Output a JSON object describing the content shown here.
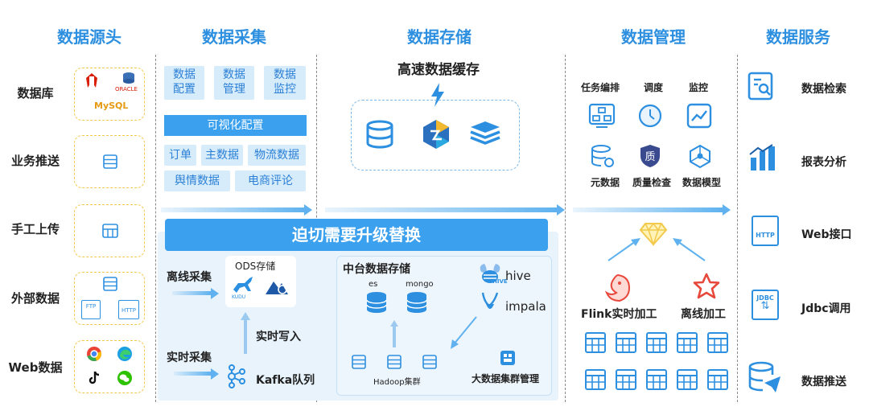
{
  "columns": {
    "source": "数据源头",
    "collect": "数据采集",
    "storage": "数据存储",
    "manage": "数据管理",
    "service": "数据服务"
  },
  "sources": [
    {
      "label": "数据库",
      "icons": [
        "huawei-logo",
        "oracle-logo",
        "mysql-logo"
      ],
      "oracle": "ORACLE",
      "mysql": "MySQL"
    },
    {
      "label": "业务推送",
      "icons": [
        "server-icon"
      ]
    },
    {
      "label": "手工上传",
      "icons": [
        "table-icon"
      ]
    },
    {
      "label": "外部数据",
      "icons": [
        "server-icon",
        "ftp-file-icon",
        "http-file-icon"
      ],
      "ftp": "FTP",
      "http": "HTTP"
    },
    {
      "label": "Web数据",
      "icons": [
        "chrome-logo",
        "edge-logo",
        "tiktok-logo",
        "wechat-logo"
      ]
    }
  ],
  "collect": {
    "pills_row1": [
      "数据\n配置",
      "数据\n管理",
      "数据\n监控"
    ],
    "visual_config": "可视化配置",
    "pills_row2": [
      "订单",
      "主数据",
      "物流数据"
    ],
    "pills_row3": [
      "舆情数据",
      "电商评论"
    ]
  },
  "storage": {
    "cache_title": "高速数据缓存"
  },
  "manage": {
    "top_labels": [
      "任务编排",
      "调度",
      "监控"
    ],
    "mid_labels": [
      "元数据",
      "质量检查",
      "数据模型"
    ],
    "quality_glyph": "质"
  },
  "banner": "迫切需要升级替换",
  "lower": {
    "offline": "离线采集",
    "ods": "ODS存储",
    "kudu": "KUDU",
    "realtime_write": "实时写入",
    "realtime": "实时采集",
    "kafka": "Kafka队列",
    "mid_storage": "中台数据存储",
    "es": "es",
    "mongo": "mongo",
    "hive": "hive",
    "hive_logo": "HIVE",
    "impala": "impala",
    "hadoop": "Hadoop集群",
    "bigdata": "大数据集群管理",
    "flink": "Flink实时加工",
    "offline_proc": "离线加工"
  },
  "services": [
    {
      "label": "数据检索",
      "icon": "search-doc-icon"
    },
    {
      "label": "报表分析",
      "icon": "bar-chart-icon"
    },
    {
      "label": "Web接口",
      "icon": "http-doc-icon",
      "tag": "HTTP"
    },
    {
      "label": "Jdbc调用",
      "icon": "jdbc-doc-icon",
      "tag": "JDBC"
    },
    {
      "label": "数据推送",
      "icon": "db-send-icon"
    }
  ],
  "colors": {
    "accent": "#2d8fe0",
    "light": "#d6ecfb",
    "banner": "#3ba0ee",
    "gold": "#f2c94c",
    "red": "#e8483b"
  }
}
